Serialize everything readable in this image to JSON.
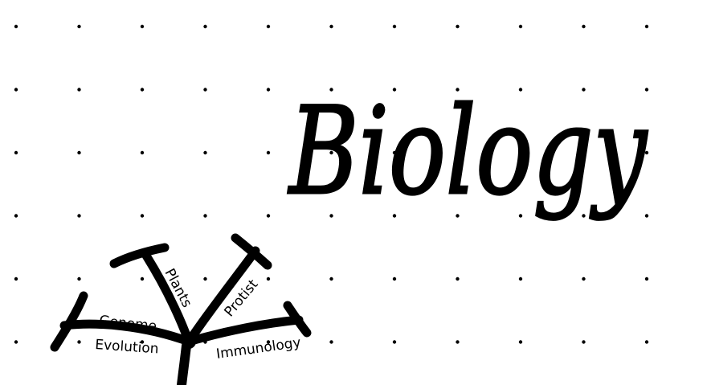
{
  "title": "Biology",
  "tree": {
    "labels": {
      "genome": "Genome",
      "evolution": "Evolution",
      "plants": "Plants",
      "protist": "Protist",
      "immunology": "Immunology"
    }
  },
  "colors": {
    "ink": "#000000",
    "paper": "#ffffff"
  }
}
